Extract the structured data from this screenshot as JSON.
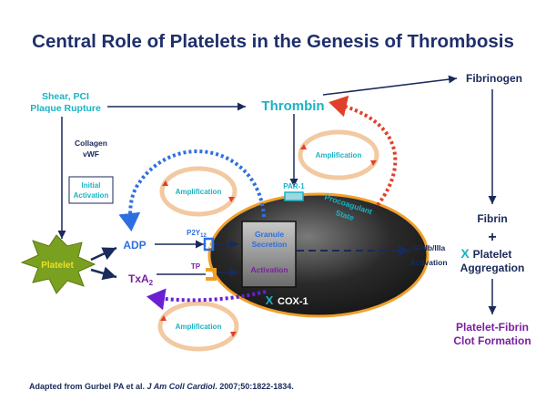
{
  "title": "Central Role of Platelets in the Genesis of Thrombosis",
  "nodes": {
    "shear_line1": "Shear, PCI",
    "shear_line2": "Plaque Rupture",
    "thrombin": "Thrombin",
    "fibrinogen": "Fibrinogen",
    "collagen": "Collagen",
    "vwf": "vWF",
    "initial_activation_line1": "Initial",
    "initial_activation_line2": "Activation",
    "amplification": "Amplification",
    "par1": "PAR-1",
    "procoagulant_line1": "Procoagulant",
    "procoagulant_line2": "State",
    "adp": "ADP",
    "p2y12": "P2Y",
    "p2y12_sub": "12",
    "granule_secretion_line1": "Granule",
    "granule_secretion_line2": "Secretion",
    "activation": "Activation",
    "tp": "TP",
    "txa2": "TxA",
    "txa2_sub": "2",
    "cox1": "COX-1",
    "x_mark": "X",
    "platelet": "Platelet",
    "gpiib": "GPIIb/IIIa",
    "gpiib_activation": "Activation",
    "fibrin": "Fibrin",
    "plus": "+",
    "platelet_agg_line1": "Platelet",
    "platelet_agg_line2": "Aggregation",
    "clot_line1": "Platelet-Fibrin",
    "clot_line2": "Clot Formation"
  },
  "footnote": {
    "prefix": "Adapted from Gurbel PA et al. ",
    "journal": "J Am Coll Cardiol",
    "suffix": ". 2007;50:1822-1834."
  },
  "colors": {
    "title": "#1f2f6b",
    "teal": "#19b3c4",
    "purple": "#7a1fa0",
    "blue_dotted": "#2e6fe0",
    "red_dotted": "#e0402a",
    "purple_dotted": "#6a1fd0",
    "ring_fill": "#f2c9a0",
    "ring_arrow": "#e0402a",
    "cell_fill": "#2a2a2a",
    "cell_border": "#f0a02a",
    "platelet_star": "#7aa020",
    "platelet_text": "#f0e020",
    "receptor": "#f0a020",
    "arrow": "#1a2a5a"
  }
}
